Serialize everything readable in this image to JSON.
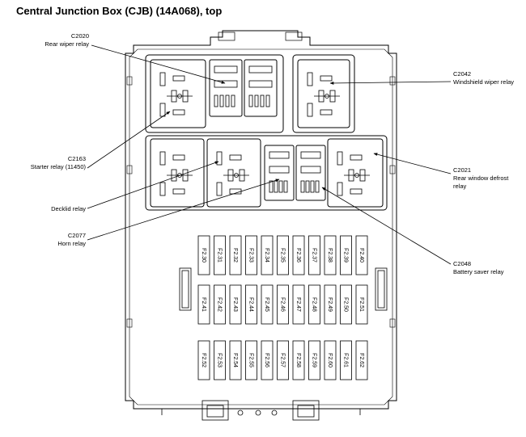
{
  "title": "Central Junction Box (CJB) (14A068), top",
  "callouts": {
    "c2020": {
      "code": "C2020",
      "name": "Rear wiper relay"
    },
    "c2163": {
      "code": "C2163",
      "name": "Starter relay (11450)"
    },
    "decklid": {
      "name": "Decklid relay"
    },
    "c2077": {
      "code": "C2077",
      "name": "Horn relay"
    },
    "c2042": {
      "code": "C2042",
      "name": "Windshield wiper relay"
    },
    "c2021": {
      "code": "C2021",
      "name": "Rear window defrost",
      "name2": "relay"
    },
    "c2048": {
      "code": "C2048",
      "name": "Battery saver relay"
    }
  },
  "fuses": {
    "row1": [
      "F2.30",
      "F2.31",
      "F2.32",
      "F2.33",
      "F2.34",
      "F2.35",
      "F2.36",
      "F2.37",
      "F2.38",
      "F2.39",
      "F2.40"
    ],
    "row2": [
      "F2.41",
      "F2.42",
      "F2.43",
      "F2.44",
      "F2.45",
      "F2.46",
      "F2.47",
      "F2.48",
      "F2.49",
      "F2.50",
      "F2.51"
    ],
    "row3": [
      "F2.52",
      "F2.53",
      "F2.54",
      "F2.55",
      "F2.56",
      "F2.57",
      "F2.58",
      "F2.59",
      "F2.60",
      "F2.61",
      "F2.62"
    ]
  }
}
